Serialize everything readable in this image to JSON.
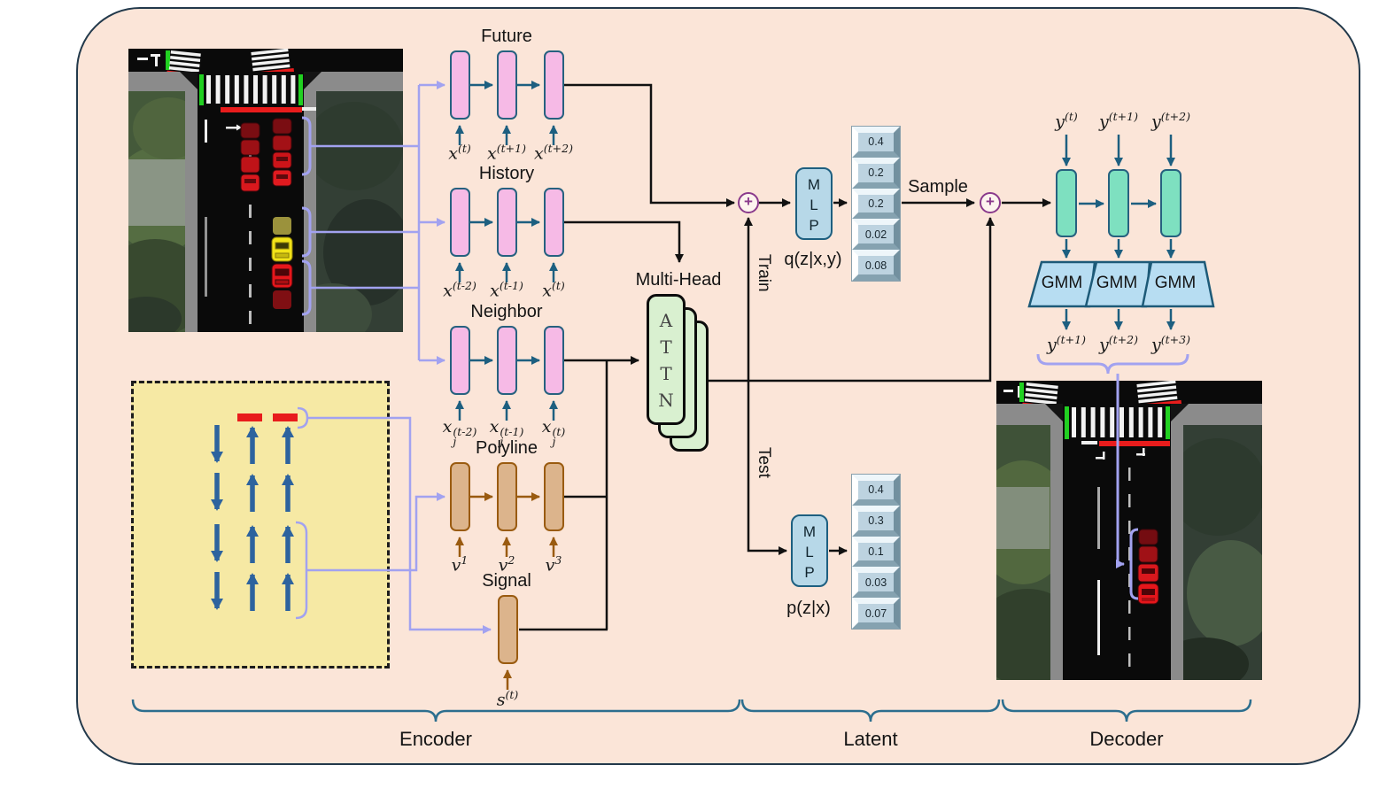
{
  "encoders": {
    "future": {
      "title": "Future",
      "inputs": [
        {
          "base": "x",
          "sup": "(t)"
        },
        {
          "base": "x",
          "sup": "(t+1)"
        },
        {
          "base": "x",
          "sup": "(t+2)"
        }
      ]
    },
    "history": {
      "title": "History",
      "inputs": [
        {
          "base": "x",
          "sup": "(t-2)"
        },
        {
          "base": "x",
          "sup": "(t-1)"
        },
        {
          "base": "x",
          "sup": "(t)"
        }
      ]
    },
    "neighbor": {
      "title": "Neighbor",
      "inputs": [
        {
          "base": "x",
          "sub": "j",
          "sup": "(t-2)"
        },
        {
          "base": "x",
          "sub": "j",
          "sup": "(t-1)"
        },
        {
          "base": "x",
          "sub": "j",
          "sup": "(t)"
        }
      ]
    },
    "polyline": {
      "title": "Polyline",
      "inputs": [
        {
          "base": "v",
          "sup": "1"
        },
        {
          "base": "v",
          "sup": "2"
        },
        {
          "base": "v",
          "sup": "3"
        }
      ]
    },
    "signal": {
      "title": "Signal",
      "inputs": [
        {
          "base": "s",
          "sup": "(t)"
        }
      ]
    }
  },
  "attention": {
    "label": "Multi-Head",
    "letters": [
      "A",
      "T",
      "T",
      "N"
    ]
  },
  "latent": {
    "plus": "+",
    "mlp_letters": [
      "M",
      "L",
      "P"
    ],
    "q_label": "q(z|x,y)",
    "p_label": "p(z|x)",
    "train_label": "Train",
    "test_label": "Test",
    "sample_label": "Sample",
    "train_stack": [
      "0.4",
      "0.2",
      "0.2",
      "0.02",
      "0.08"
    ],
    "test_stack": [
      "0.4",
      "0.3",
      "0.1",
      "0.03",
      "0.07"
    ]
  },
  "decoder": {
    "inputs": [
      {
        "base": "y",
        "sup": "(t)"
      },
      {
        "base": "y",
        "sup": "(t+1)"
      },
      {
        "base": "y",
        "sup": "(t+2)"
      }
    ],
    "gmm_labels": [
      "GMM",
      "GMM",
      "GMM"
    ],
    "outputs": [
      {
        "base": "y",
        "sup": "(t+1)"
      },
      {
        "base": "y",
        "sup": "(t+2)"
      },
      {
        "base": "y",
        "sup": "(t+3)"
      }
    ]
  },
  "sections": {
    "encoder": "Encoder",
    "latent": "Latent",
    "decoder": "Decoder"
  },
  "colors": {
    "background": "#fbe5d8",
    "frame_border": "#22394b",
    "pink": "#f6bae6",
    "tan": "#dcb48c",
    "teal_border": "#26617f",
    "brown": "#9a5b10",
    "attn_green": "#d9f0d0",
    "decoder_green": "#7ee0c0",
    "gmm_blue": "#b7ddf2",
    "mlp_blue": "#b7d8e8",
    "stack_blue": "#bdd3e0",
    "lavender": "#a2a2f0",
    "plus_purple": "#8a3a8c",
    "map_yellow": "#f6e9a4",
    "map_arrow_blue": "#2d639e",
    "signal_red": "#e81c1c",
    "brace_teal": "#2c6e8e"
  }
}
